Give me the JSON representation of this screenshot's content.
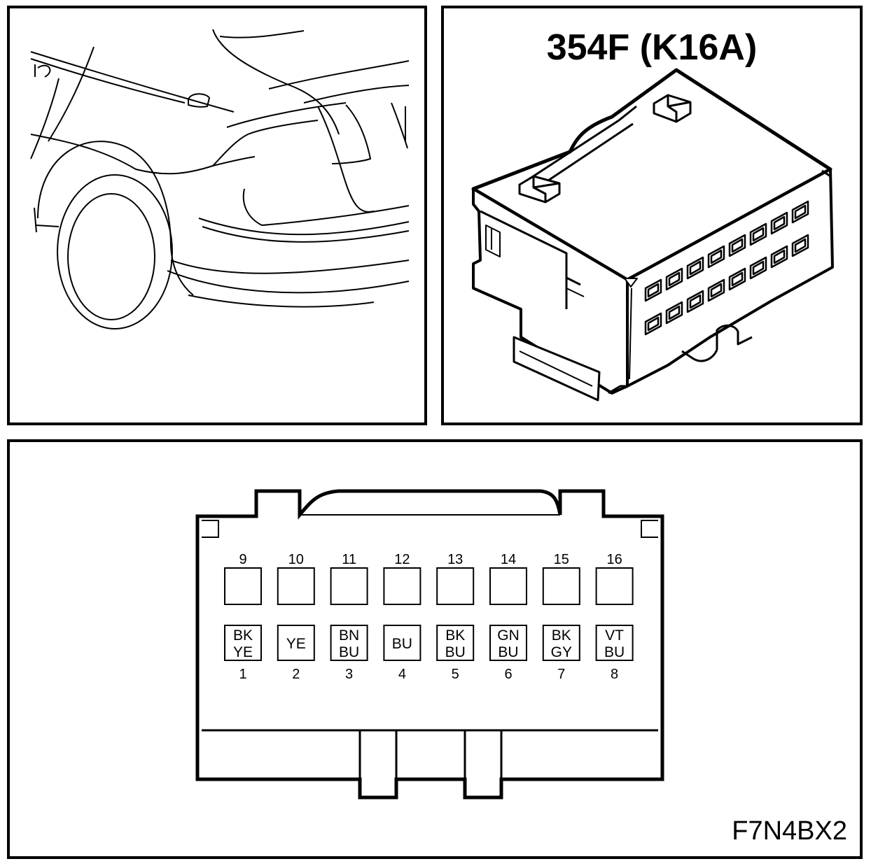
{
  "connector": {
    "title": "354F (K16A)",
    "figure_code": "F7N4BX2"
  },
  "pins": [
    {
      "number": "1",
      "wire": [
        "BK",
        "YE"
      ]
    },
    {
      "number": "2",
      "wire": [
        "YE"
      ]
    },
    {
      "number": "3",
      "wire": [
        "BN",
        "BU"
      ]
    },
    {
      "number": "4",
      "wire": [
        "BU"
      ]
    },
    {
      "number": "5",
      "wire": [
        "BK",
        "BU"
      ]
    },
    {
      "number": "6",
      "wire": [
        "GN",
        "BU"
      ]
    },
    {
      "number": "7",
      "wire": [
        "BK",
        "GY"
      ]
    },
    {
      "number": "8",
      "wire": [
        "VT",
        "BU"
      ]
    },
    {
      "number": "9",
      "wire": []
    },
    {
      "number": "10",
      "wire": []
    },
    {
      "number": "11",
      "wire": []
    },
    {
      "number": "12",
      "wire": []
    },
    {
      "number": "13",
      "wire": []
    },
    {
      "number": "14",
      "wire": []
    },
    {
      "number": "15",
      "wire": []
    },
    {
      "number": "16",
      "wire": []
    }
  ]
}
